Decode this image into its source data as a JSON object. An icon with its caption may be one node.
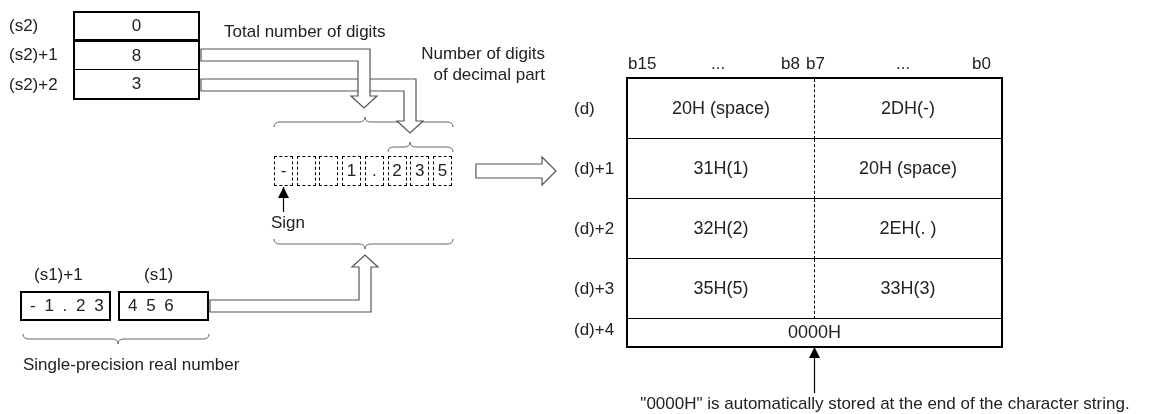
{
  "diagram": {
    "nodes": [
      {
        "text": [
          "0"
        ],
        "beside": [
          "(s2)"
        ]
      },
      {
        "text": [
          "8"
        ],
        "beside": [
          "(s2)+1"
        ]
      },
      {
        "text": [
          "3"
        ],
        "beside": [
          "(s2)+2"
        ]
      },
      {
        "text": [
          "-"
        ]
      },
      {
        "text": [],
        "shape": "box"
      },
      {
        "text": [],
        "shape": "box"
      },
      {
        "text": [
          "1"
        ]
      },
      {
        "text": [
          "."
        ]
      },
      {
        "text": [
          "2"
        ]
      },
      {
        "text": [
          "3"
        ]
      },
      {
        "text": [
          "5"
        ]
      },
      {
        "text": [
          "Sign"
        ]
      },
      {
        "text": [
          "- 1 . 2 3"
        ],
        "beside": [
          "(s1)+1"
        ]
      },
      {
        "text": [
          "4 5 6"
        ],
        "beside": [
          "(s1)"
        ]
      },
      {
        "text": [],
        "shape": "box"
      },
      {
        "text": [
          "20H (space)"
        ],
        "in": 14,
        "beside": [
          "(d)"
        ]
      },
      {
        "text": [
          "2DH(-)"
        ],
        "in": 14
      },
      {
        "text": [
          "31H(1)"
        ],
        "in": 14,
        "beside": [
          "(d)+1"
        ]
      },
      {
        "text": [
          "20H (space)"
        ],
        "in": 14
      },
      {
        "text": [
          "32H(2)"
        ],
        "in": 14,
        "beside": [
          "(d)+2"
        ]
      },
      {
        "text": [
          "2EH(. )"
        ],
        "in": 14
      },
      {
        "text": [
          "35H(5)"
        ],
        "in": 14,
        "beside": [
          "(d)+3"
        ]
      },
      {
        "text": [
          "33H(3)"
        ],
        "in": 14
      },
      {
        "text": [
          "0000H"
        ],
        "in": 14
      },
      {
        "text": [
          "\"0000H\" is automatically stored at the end of the character string."
        ]
      }
    ],
    "edges": [
      {
        "from": 1,
        "to": null,
        "arrow": "to"
      },
      {
        "from": 2,
        "to": null,
        "arrow": "to"
      },
      {
        "from": 13,
        "to": null,
        "arrow": "to"
      },
      {
        "from": 11,
        "to": 3,
        "arrow": "to"
      },
      {
        "from": 10,
        "to": 14,
        "arrow": "to"
      },
      {
        "from": 24,
        "to": 23,
        "arrow": "to"
      }
    ],
    "labels": [
      "Total number of digits",
      "Number of digits of decimal part",
      "b15",
      "...",
      "b8",
      "b7",
      "...",
      "b0",
      "(d)+4",
      "Single-precision real number"
    ]
  }
}
